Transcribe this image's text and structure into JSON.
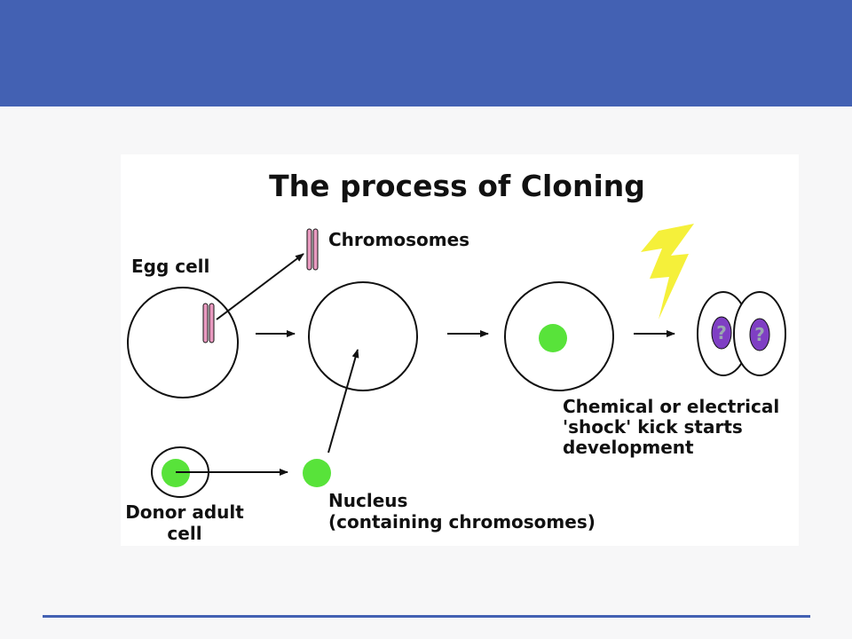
{
  "colors": {
    "header": "#4361b3",
    "rule": "#4361b3",
    "nucleus": "#58e33a",
    "chromosome": "#e99ac0",
    "embryo_nucleus": "#7f3fc4",
    "lightning": "#f5f03a"
  },
  "diagram": {
    "title": "The process of Cloning",
    "labels": {
      "egg_cell": "Egg cell",
      "chromosomes": "Chromosomes",
      "shock": [
        "Chemical or electrical",
        "'shock' kick starts",
        "development"
      ],
      "donor": [
        "Donor adult",
        "cell"
      ],
      "nucleus": [
        "Nucleus",
        "(containing chromosomes)"
      ],
      "embryo_mark": "?"
    }
  }
}
